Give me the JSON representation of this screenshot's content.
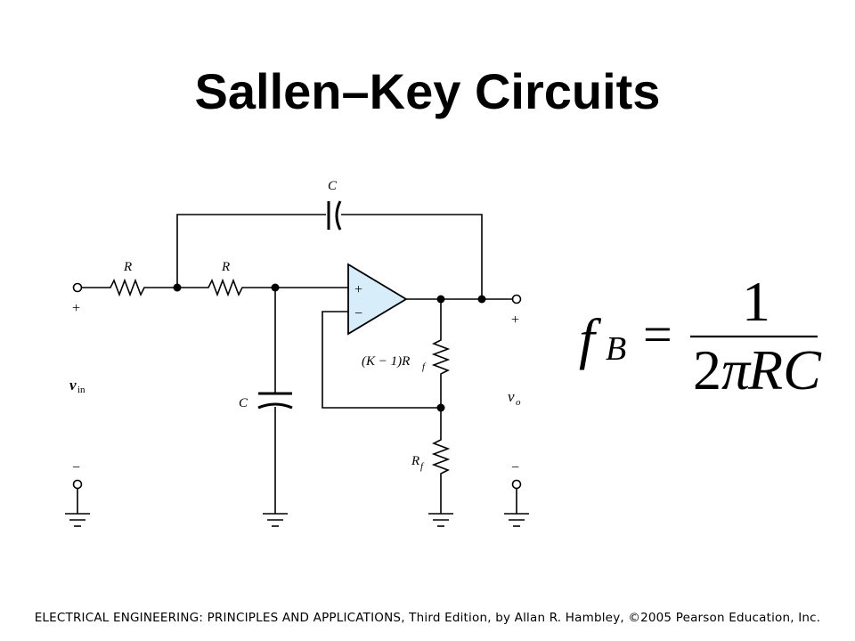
{
  "slide": {
    "title": "Sallen–Key Circuits",
    "footer": "ELECTRICAL ENGINEERING: PRINCIPLES AND APPLICATIONS, Third Edition, by Allan R. Hambley, ©2005 Pearson Education, Inc."
  },
  "circuit": {
    "cap_feedback_label": "C",
    "cap_ground_label": "C",
    "resistor1_label": "R",
    "resistor2_label": "R",
    "rf_top_label": "(K − 1)R",
    "rf_top_sub": "f",
    "rf_bottom_label": "R",
    "rf_bottom_sub": "f",
    "vin_label": "v",
    "vin_sub": "in",
    "vo_label": "v",
    "vo_sub": "o",
    "plus_sign": "+",
    "minus_sign": "−"
  },
  "equation": {
    "lhs_var": "f",
    "lhs_sub": "B",
    "equals": "=",
    "numerator": "1",
    "denominator_coef": "2",
    "denominator_pi": "π",
    "denominator_vars": "RC"
  }
}
